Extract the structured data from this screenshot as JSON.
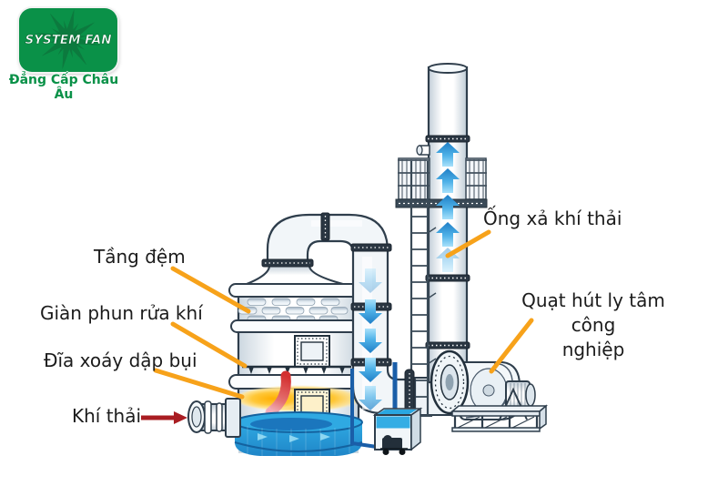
{
  "logo": {
    "brand": "SYSTEM FAN",
    "tagline": "Đẳng Cấp Châu Âu",
    "brand_green": "#0A9148"
  },
  "labels": {
    "packing_layer": "Tầng đệm",
    "spray_system": "Giàn phun rửa khí",
    "vortex_disc": "Đĩa xoáy dập bụi",
    "exhaust_inlet": "Khí thải",
    "exhaust_stack": "Ống xả khí thải",
    "centrifugal_fan_line1": "Quạt hút ly tâm công",
    "centrifugal_fan_line2": "nghiệp"
  },
  "colors": {
    "leader_line": "#F7A21A",
    "inlet_arrow": "#A91D22",
    "flow_blue_dark": "#1B74BB",
    "flow_blue_light": "#9ADCF8",
    "water_blue": "#2AA7E1",
    "water_blue_dark": "#1B76BD",
    "vortex_yellow": "#FFB020",
    "label_text": "#1B1B1B",
    "line_art": "#2F3E4C"
  }
}
